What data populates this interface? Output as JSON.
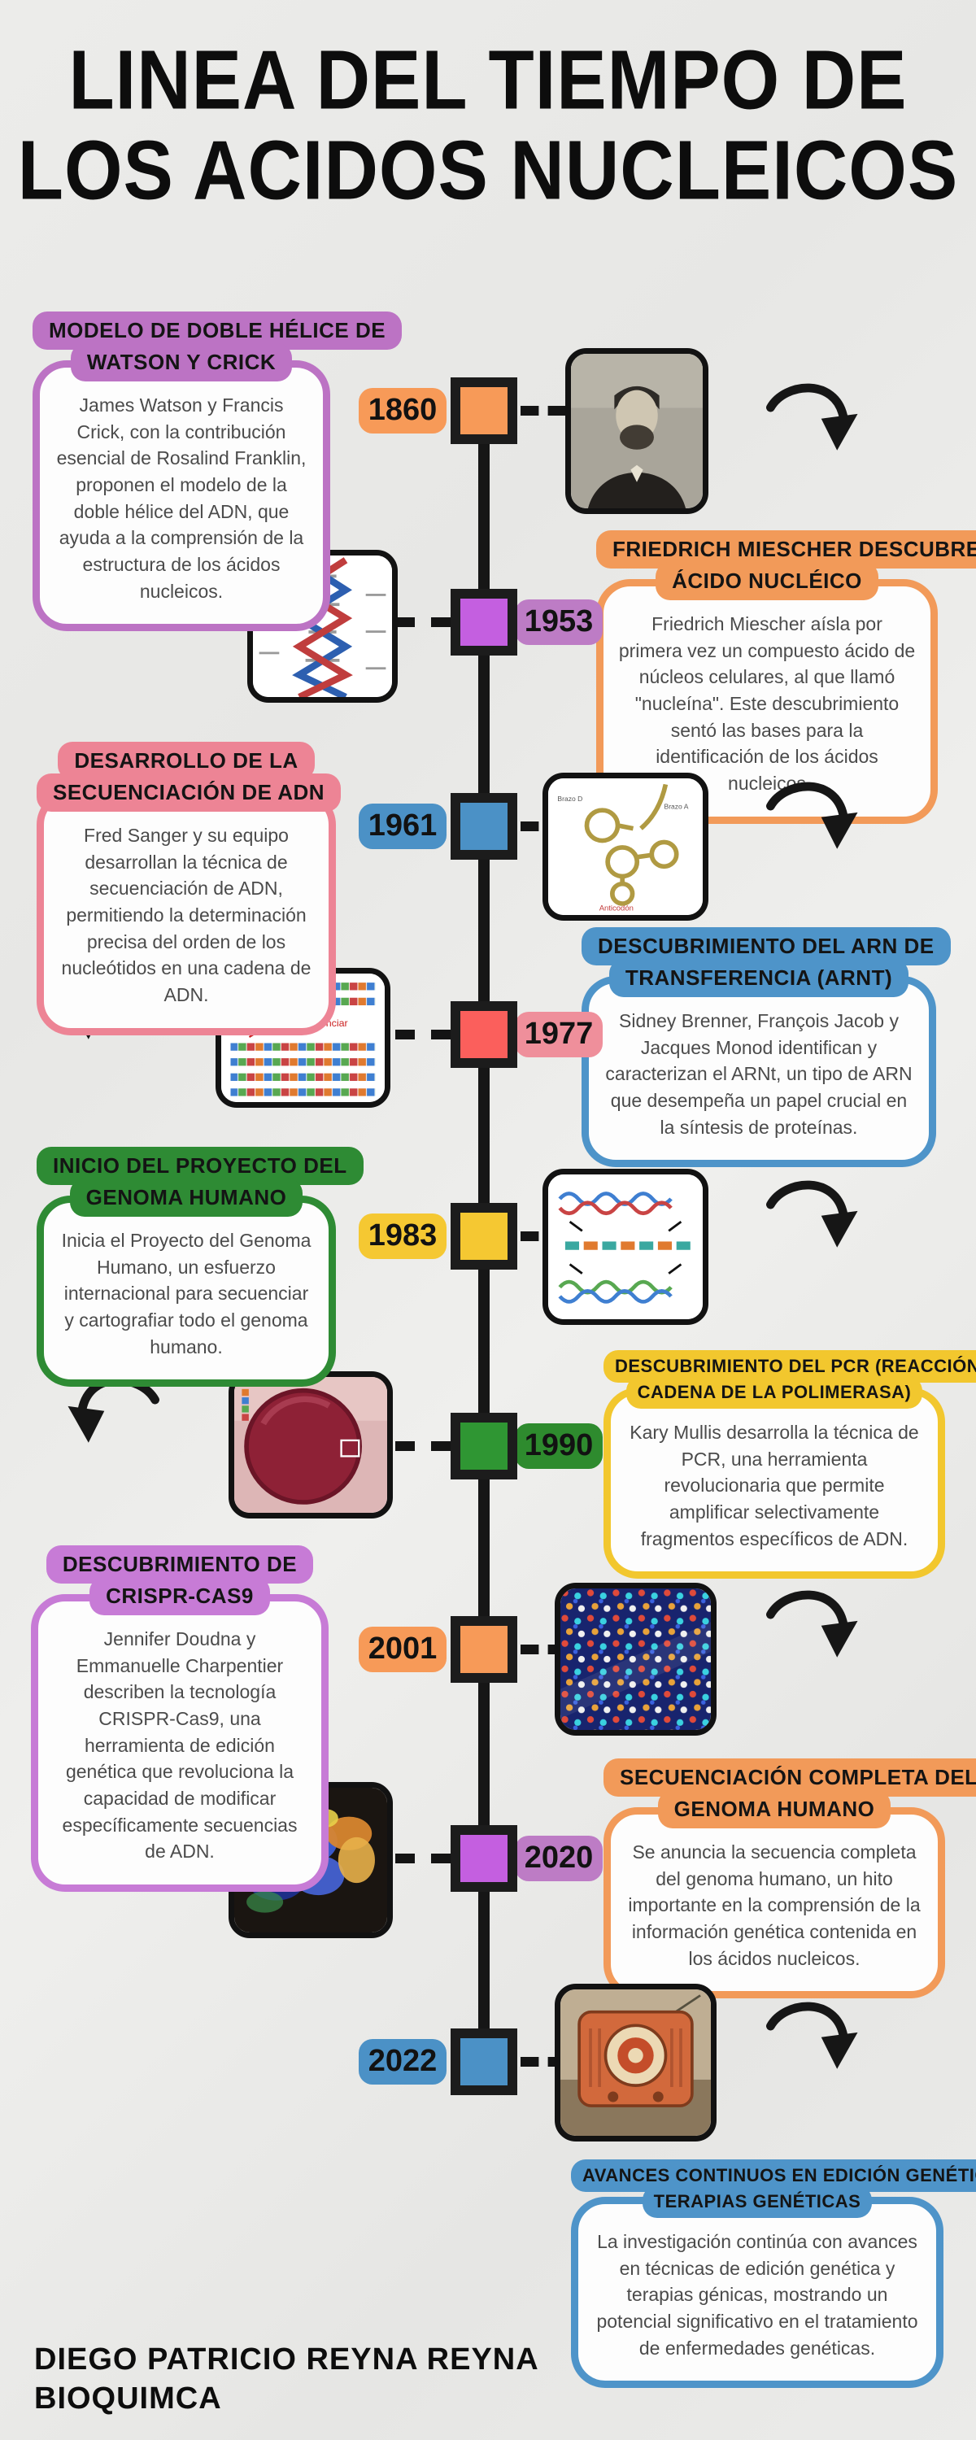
{
  "title": {
    "line1": "LINEA DEL TIEMPO DE",
    "line2": "LOS ACIDOS NUCLEICOS"
  },
  "footer": {
    "line1": "DIEGO PATRICIO REYNA REYNA",
    "line2": "BIOQUIMCA"
  },
  "colors": {
    "background": "#ECECEA",
    "timeline_line": "#161616",
    "body_text": "#4B4B4B",
    "orange": "#F79A58",
    "purple_muted": "#BD7CC5",
    "purple_bright": "#C45FE0",
    "blue": "#4B91C6",
    "salmon": "#EF8F9B",
    "red_bright": "#FB5F5C",
    "yellow": "#F5C832",
    "green": "#2E8B34"
  },
  "icons": {
    "curved_arrow": "⤵"
  },
  "events": [
    {
      "year": "1860",
      "marker_color": "#F79A58",
      "pill_color": "#F79A58",
      "card_color": "#F29A59",
      "image_name": "miescher-portrait",
      "header1": "FRIEDRICH MIESCHER DESCUBRE EL",
      "header2": "ÁCIDO NUCLÉICO",
      "body": "Friedrich Miescher aísla por primera vez un compuesto ácido de núcleos celulares, al que llamó \"nucleína\". Este descubrimiento sentó las bases para la identificación de los ácidos nucleicos"
    },
    {
      "year": "1953",
      "marker_color": "#C45FE0",
      "pill_color": "#BD7CC5",
      "card_color": "#BC73C4",
      "image_name": "dna-double-helix",
      "header1": "MODELO DE DOBLE HÉLICE DE",
      "header2": "WATSON Y CRICK",
      "body": "James Watson y Francis Crick, con la contribución esencial de Rosalind Franklin, proponen el modelo de la doble hélice del ADN, que ayuda a la comprensión de la estructura de los ácidos nucleicos."
    },
    {
      "year": "1961",
      "marker_color": "#4B91C6",
      "pill_color": "#4B91C6",
      "card_color": "#4E94C9",
      "image_name": "trna-structure",
      "header1": "DESCUBRIMIENTO DEL ARN DE",
      "header2": "TRANSFERENCIA (ARNT)",
      "body": "Sidney Brenner, François Jacob y Jacques Monod identifican y caracterizan el ARNt, un tipo de ARN que desempeña un papel crucial en la síntesis de proteínas."
    },
    {
      "year": "1977",
      "marker_color": "#FB5F5C",
      "pill_color": "#EF8F9B",
      "card_color": "#ED8495",
      "image_name": "dna-sequencing",
      "header1": "DESARROLLO DE LA",
      "header2": "SECUENCIACIÓN DE ADN",
      "body": "Fred Sanger y su equipo desarrollan la técnica de secuenciación de ADN, permitiendo la determinación precisa del orden de los nucleótidos en una cadena de ADN."
    },
    {
      "year": "1983",
      "marker_color": "#F5C832",
      "pill_color": "#F5C832",
      "card_color": "#F2C72E",
      "image_name": "pcr-diagram",
      "header1": "DESCUBRIMIENTO DEL PCR (REACCIÓN EN",
      "header2": "CADENA DE LA POLIMERASA)",
      "body": "Kary Mullis desarrolla la técnica de PCR, una herramienta revolucionaria que permite amplificar selectivamente fragmentos específicos de ADN."
    },
    {
      "year": "1990",
      "marker_color": "#2F9633",
      "pill_color": "#2E8B2E",
      "card_color": "#2E8B34",
      "image_name": "petri-dish",
      "header1": "INICIO DEL PROYECTO DEL",
      "header2": "GENOMA HUMANO",
      "body": "Inicia el Proyecto del Genoma Humano, un esfuerzo internacional para secuenciar y cartografiar todo el genoma humano."
    },
    {
      "year": "2001",
      "marker_color": "#F79A58",
      "pill_color": "#F79A58",
      "card_color": "#F29A59",
      "image_name": "microarray",
      "header1": "SECUENCIACIÓN COMPLETA DEL",
      "header2": "GENOMA HUMANO",
      "body": "Se anuncia la secuencia completa del genoma humano, un hito importante en la comprensión de la información genética contenida en los ácidos nucleicos."
    },
    {
      "year": "2020",
      "marker_color": "#C45FE0",
      "pill_color": "#BD7CC5",
      "card_color": "#C77BD6",
      "image_name": "crispr-cas9-protein",
      "header1": "DESCUBRIMIENTO DE",
      "header2": "CRISPR-CAS9",
      "body": "Jennifer Doudna y Emmanuelle Charpentier describen la tecnología CRISPR-Cas9, una herramienta de edición genética que revoluciona la capacidad de modificar específicamente secuencias de ADN."
    },
    {
      "year": "2022",
      "marker_color": "#4B91C6",
      "pill_color": "#4B91C6",
      "card_color": "#4E94C9",
      "image_name": "vintage-radio",
      "header1": "AVANCES CONTINUOS EN EDICIÓN GENÉTICA Y",
      "header2": "TERAPIAS GENÉTICAS",
      "body": "La investigación continúa con avances en técnicas de edición genética y terapias génicas, mostrando un potencial significativo en el tratamiento de enfermedades genéticas."
    }
  ]
}
